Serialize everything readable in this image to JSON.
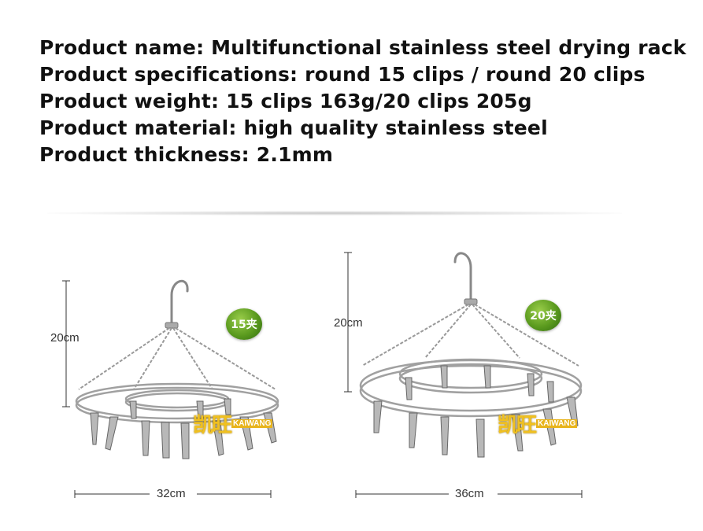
{
  "specs": {
    "name": "Product name: Multifunctional stainless steel drying rack",
    "specifications": "Product specifications: round 15 clips / round 20 clips",
    "weight": "Product weight: 15 clips 163g/20 clips 205g",
    "material": "Product material: high quality stainless steel",
    "thickness": "Product thickness: 2.1mm"
  },
  "products": [
    {
      "badge": "15夹",
      "height": "20cm",
      "width": "32cm",
      "watermark_cn": "凯旺",
      "watermark_en": "KAIWANG"
    },
    {
      "badge": "20夹",
      "height": "20cm",
      "width": "36cm",
      "watermark_cn": "凯旺",
      "watermark_en": "KAIWANG"
    }
  ],
  "colors": {
    "badge_green": "#5a9a1e",
    "watermark_gold": "#f0c020",
    "steel": "#9a9a9a"
  }
}
